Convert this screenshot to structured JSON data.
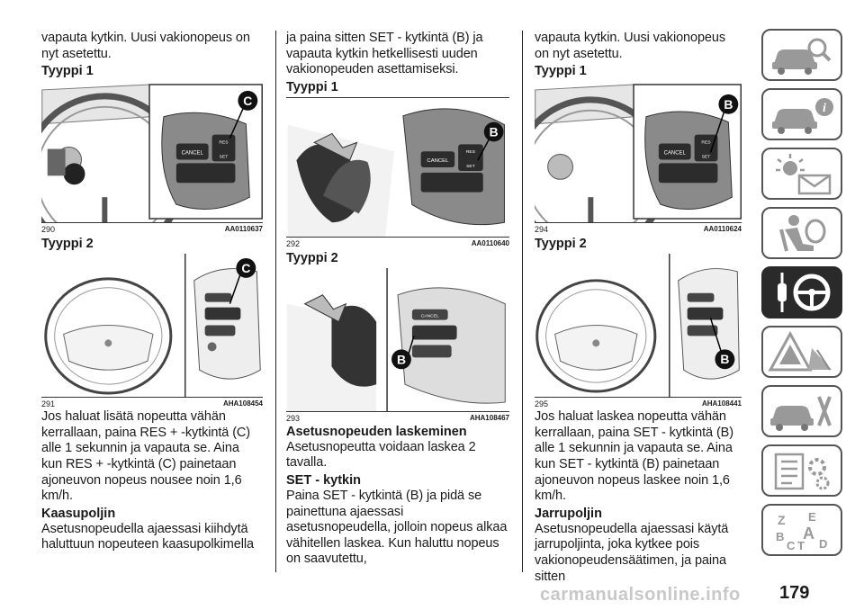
{
  "col1": {
    "intro": "vapauta kytkin. Uusi vakionopeus on nyt asetettu.",
    "type1_heading": "Tyyppi 1",
    "fig290": {
      "num": "290",
      "code": "AA0110637",
      "callout": "C",
      "btn_cancel": "CANCEL",
      "btn_res": "RES",
      "btn_set": "SET"
    },
    "type2_heading": "Tyyppi 2",
    "fig291": {
      "num": "291",
      "code": "AHA108454",
      "callout": "C"
    },
    "para_raise": "Jos haluat lisätä nopeutta vähän kerrallaan, paina RES + -kytkintä (C) alle 1 sekunnin ja vapauta se. Aina kun RES + -kytkintä (C) painetaan ajoneuvon nopeus nousee noin 1,6 km/h.",
    "kaasupoljin_heading": "Kaasupoljin",
    "kaasupoljin_text": "Asetusnopeudella ajaessasi kiihdytä haluttuun nopeuteen kaasupolkimella"
  },
  "col2": {
    "intro": "ja paina sitten SET - kytkintä (B) ja vapauta kytkin hetkellisesti uuden vakionopeuden asettamiseksi.",
    "type1_heading": "Tyyppi 1",
    "fig292": {
      "num": "292",
      "code": "AA0110640",
      "callout": "B",
      "btn_cancel": "CANCEL",
      "btn_res": "RES",
      "btn_set": "SET"
    },
    "type2_heading": "Tyyppi 2",
    "fig293": {
      "num": "293",
      "code": "AHA108467",
      "callout": "B",
      "btn_cancel": "CANCEL"
    },
    "section_heading": "Asetusnopeuden laskeminen",
    "section_text": "Asetusnopeutta voidaan laskea 2 tavalla.",
    "set_heading": "SET - kytkin",
    "set_text": "Paina SET - kytkintä (B) ja pidä se painettuna ajaessasi asetusnopeudella, jolloin nopeus alkaa vähitellen laskea. Kun haluttu nopeus on saavutettu,"
  },
  "col3": {
    "intro": "vapauta kytkin. Uusi vakionopeus on nyt asetettu.",
    "type1_heading": "Tyyppi 1",
    "fig294": {
      "num": "294",
      "code": "AA0110624",
      "callout": "B",
      "btn_cancel": "CANCEL",
      "btn_res": "RES",
      "btn_set": "SET"
    },
    "type2_heading": "Tyyppi 2",
    "fig295": {
      "num": "295",
      "code": "AHA108441",
      "callout": "B"
    },
    "para_lower": "Jos haluat laskea nopeutta vähän kerrallaan, paina SET - kytkintä (B) alle 1 sekunnin ja vapauta se. Aina kun SET - kytkintä (B) painetaan ajoneuvon nopeus laskee noin 1,6 km/h.",
    "jarrupoljin_heading": "Jarrupoljin",
    "jarrupoljin_text": "Asetusnopeudella ajaessasi käytä jarrupoljinta, joka kytkee pois vakionopeudensäätimen, ja paina sitten"
  },
  "sidebar": {
    "icons": [
      "car-search-icon",
      "car-info-icon",
      "warning-light-mail-icon",
      "airbag-seat-icon",
      "key-steering-wheel-icon",
      "warning-triangle-icon",
      "car-service-icon",
      "settings-list-icon",
      "alphabet-index-icon"
    ],
    "active_index": 4,
    "index_letters": [
      "Z",
      "E",
      "B",
      "A",
      "C",
      "T",
      "D"
    ]
  },
  "page_number": "179",
  "watermark": "carmanualsonline.info"
}
